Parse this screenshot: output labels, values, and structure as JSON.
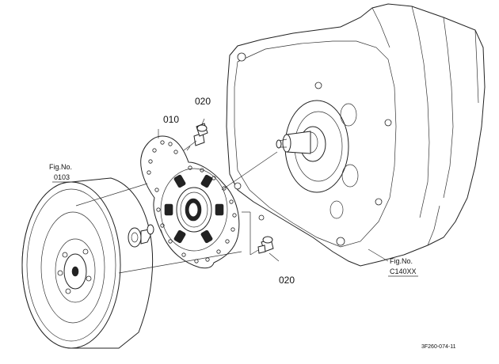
{
  "parts": {
    "disc_label": "010",
    "bolt_upper_label": "020",
    "bolt_lower_label": "020"
  },
  "references": {
    "flywheel": {
      "prefix": "Fig.No.",
      "number": "0103"
    },
    "housing": {
      "prefix": "Fig.No.",
      "number": "C140XX"
    }
  },
  "drawing_code": "3F260-074-11"
}
